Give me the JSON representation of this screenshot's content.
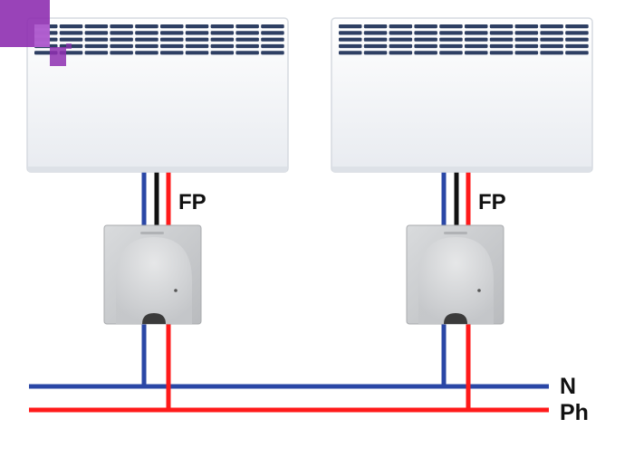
{
  "labels": {
    "fp": "FP",
    "neutral": "N",
    "phase": "Ph"
  },
  "colors": {
    "neutral_wire": "#2a47a6",
    "phase_wire": "#ff1a1a",
    "pilot_wire": "#111111",
    "heater_body": "#f1f3f6",
    "grille_slot": "#2e3f63",
    "junction_box": "#c7c9cc",
    "logo_purple": "#8e2fb0"
  },
  "icons": {
    "logo": "brand-logo-icon"
  },
  "heaters": [
    {
      "name": "heater-left"
    },
    {
      "name": "heater-right"
    }
  ]
}
